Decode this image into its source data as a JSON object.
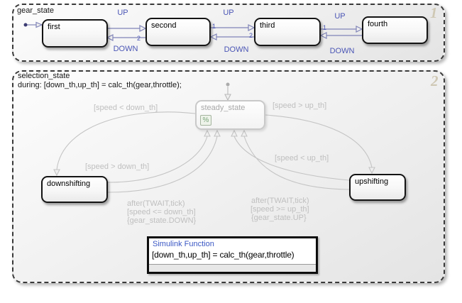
{
  "colors": {
    "gear_transition_line": "#8084b8",
    "gear_transition_label": "#4a55b5",
    "selection_transition_gray": "#c4c4c4",
    "simulink_function_title_blue": "#3a57c4",
    "execution_order_tan": "#cfc8b4",
    "steady_state_gray": "#a9a9a9",
    "comment_badge_green": "#7aa57a"
  },
  "diagram": {
    "gear_state": {
      "title": "gear_state",
      "execution_order": "1",
      "states": [
        {
          "label": "first"
        },
        {
          "label": "second"
        },
        {
          "label": "third"
        },
        {
          "label": "fourth"
        }
      ],
      "transitions": [
        {
          "label": "UP"
        },
        {
          "label": "DOWN"
        },
        {
          "label": "UP"
        },
        {
          "label": "DOWN"
        },
        {
          "label": "UP"
        },
        {
          "label": "DOWN"
        }
      ],
      "orders": [
        {
          "v": "2"
        },
        {
          "v": "1"
        },
        {
          "v": "2"
        },
        {
          "v": "1"
        }
      ]
    },
    "selection_state": {
      "title": "selection_state",
      "during_action": "during: [down_th,up_th] = calc_th(gear,throttle);",
      "execution_order": "2",
      "steady_state": {
        "label": "steady_state",
        "badge": "%"
      },
      "downshifting": {
        "label": "downshifting"
      },
      "upshifting": {
        "label": "upshifting"
      },
      "transition_labels": {
        "steady_to_down": "[speed < down_th]",
        "steady_to_up": "[speed > up_th]",
        "down_to_steady": "[speed > down_th]",
        "up_to_steady": "[speed < up_th]",
        "down_action": [
          "after(TWAIT,tick)",
          "[speed <= down_th]",
          "{gear_state.DOWN}"
        ],
        "up_action": [
          "after(TWAIT,tick)",
          "[speed >= up_th]",
          "{gear_state.UP}"
        ]
      },
      "simulink_function": {
        "title": "Simulink Function",
        "signature": "[down_th,up_th] = calc_th(gear,throttle)"
      }
    }
  }
}
